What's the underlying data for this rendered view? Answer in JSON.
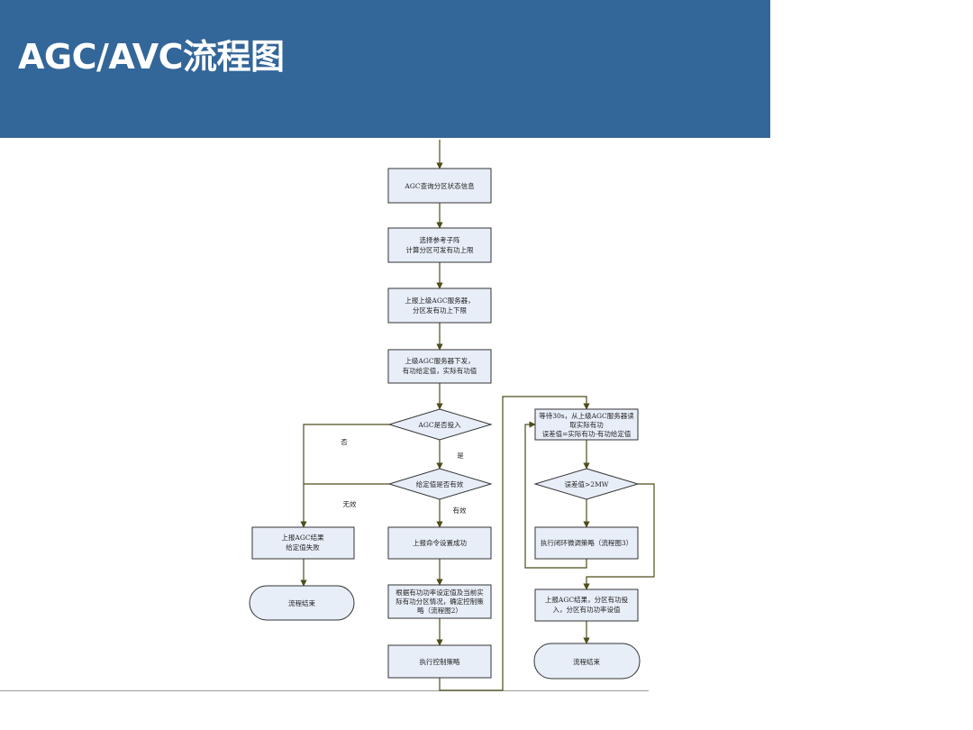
{
  "slide": {
    "title": "AGC/AVC流程图",
    "header_color": "#336699"
  },
  "flowchart": {
    "line_color": "#4d4d1a",
    "box_fill": "#e8eef8",
    "nodes": {
      "query_status": "AGC查询分区状态信息",
      "select_ref_1": "选择参考子阵",
      "select_ref_2": "计算分区可发有功上限",
      "report_limits_1": "上报上级AGC服务器，",
      "report_limits_2": "分区发有功上下限",
      "server_dispatch_1": "上级AGC服务器下发，",
      "server_dispatch_2": "有功给定值，实际有功值",
      "agc_enabled": "AGC是否投入",
      "setpoint_valid": "给定值是否有效",
      "report_fail_1": "上报AGC结果",
      "report_fail_2": "给定值失败",
      "end_left": "流程结束",
      "report_success": "上报命令设置成功",
      "strategy_1": "根据有功功率设定值及当前实",
      "strategy_2": "际有功分区情况，确定控制策",
      "strategy_3": "略（流程图2）",
      "execute_strategy": "执行控制策略",
      "wait_read_1": "等待30s，从上级AGC服务器读",
      "wait_read_2": "取实际有功",
      "wait_read_3": "误差值=实际有功-有功给定值",
      "error_check": "误差值>2MW",
      "closed_loop": "执行闭环微调策略（流程图3）",
      "report_result_1": "上报AGC结果，分区有功投",
      "report_result_2": "入，分区有功功率设值",
      "end_right": "流程结束"
    },
    "edge_labels": {
      "no": "否",
      "yes": "是",
      "invalid": "无效",
      "valid": "有效"
    }
  }
}
